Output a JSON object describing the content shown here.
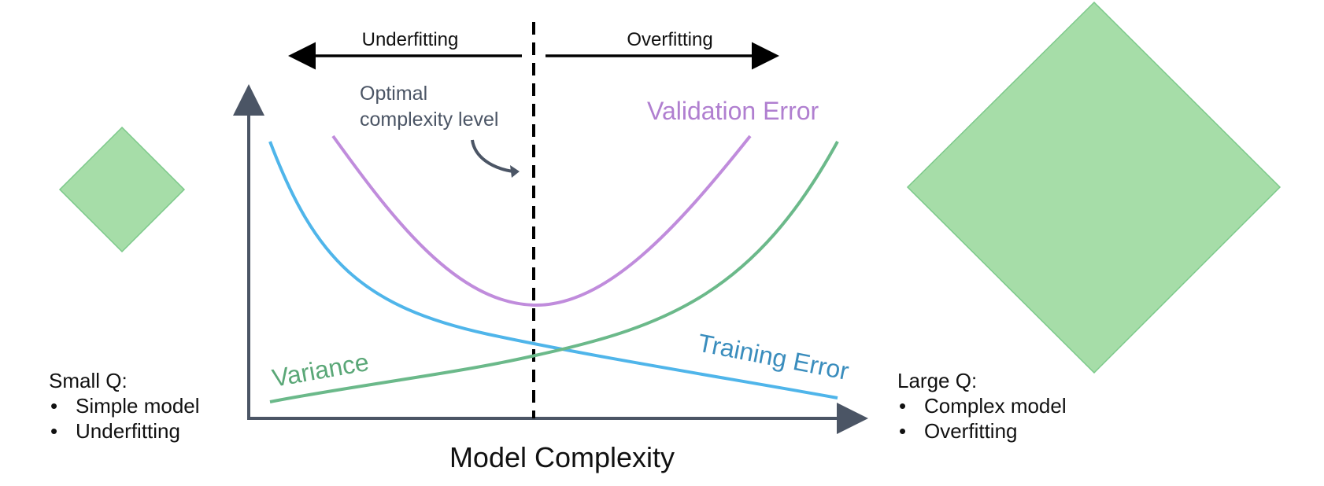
{
  "direction_labels": {
    "left": "Underfitting",
    "right": "Overfitting"
  },
  "annotation": {
    "line1": "Optimal",
    "line2": "complexity level"
  },
  "axis": {
    "x_label": "Model Complexity"
  },
  "curves": {
    "validation": {
      "label": "Validation Error",
      "color": "#c08cdc"
    },
    "training": {
      "label": "Training Error",
      "color": "#4fb5ea"
    },
    "variance": {
      "label": "Variance",
      "color": "#6bb98a"
    }
  },
  "left_box": {
    "title": "Small Q:",
    "items": [
      "Simple model",
      "Underfitting"
    ]
  },
  "right_box": {
    "title": "Large Q:",
    "items": [
      "Complex model",
      "Overfitting"
    ]
  },
  "colors": {
    "axis": "#4b5565",
    "annotation_text": "#4b5565",
    "training_text": "#3a8dbd",
    "variance_text": "#5aa777",
    "validation_text": "#b07fd0",
    "diamond_fill": "#a6dda8",
    "diamond_stroke": "#7cc98a",
    "divider": "#000000"
  }
}
